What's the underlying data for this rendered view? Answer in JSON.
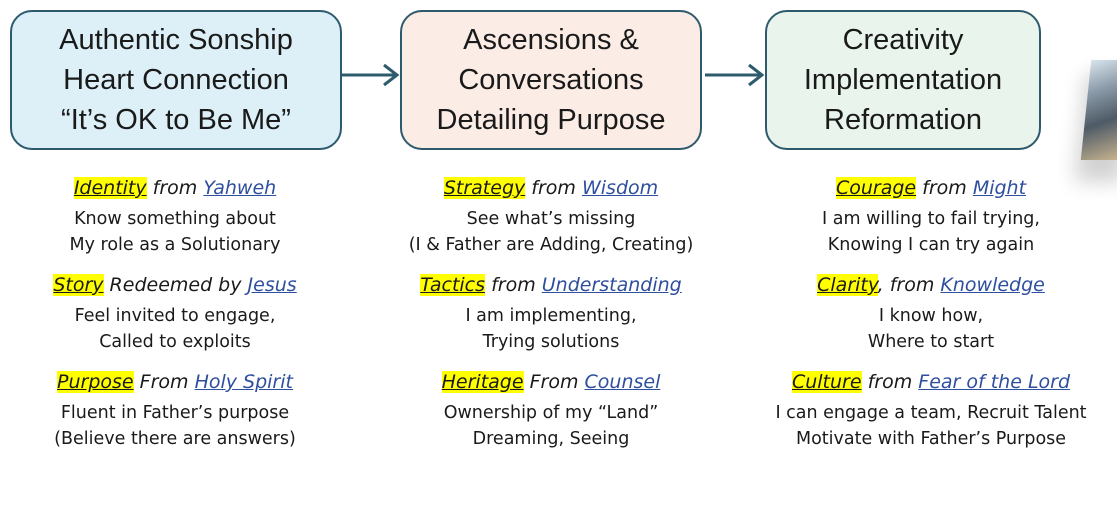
{
  "boxes": [
    {
      "lines": [
        "Authentic Sonship",
        "Heart Connection",
        "“It’s OK to Be Me”"
      ]
    },
    {
      "lines": [
        "Ascensions &",
        "Conversations",
        "Detailing Purpose"
      ]
    },
    {
      "lines": [
        "Creativity",
        "Implementation",
        "Reformation"
      ]
    }
  ],
  "columns": [
    {
      "items": [
        {
          "keyword": "Identity",
          "connector": " from ",
          "source": "Yahweh",
          "lines": [
            "Know something about",
            "My role as a Solutionary"
          ]
        },
        {
          "keyword": "Story",
          "connector": " Redeemed by ",
          "source": "Jesus",
          "lines": [
            "Feel invited to engage,",
            "Called to exploits"
          ]
        },
        {
          "keyword": "Purpose",
          "connector": " From ",
          "source": "Holy Spirit",
          "lines": [
            "Fluent in Father’s purpose",
            "(Believe there are answers)"
          ]
        }
      ]
    },
    {
      "items": [
        {
          "keyword": "Strategy",
          "connector": " from ",
          "source": "Wisdom",
          "lines": [
            "See what’s missing",
            "(I & Father are Adding, Creating)"
          ]
        },
        {
          "keyword": "Tactics",
          "connector": " from ",
          "source": "Understanding",
          "lines": [
            "I am implementing,",
            "Trying solutions"
          ]
        },
        {
          "keyword": "Heritage",
          "connector": " From ",
          "source": "Counsel",
          "lines": [
            "Ownership of my “Land”",
            "Dreaming, Seeing"
          ]
        }
      ]
    },
    {
      "items": [
        {
          "keyword": "Courage",
          "connector": " from ",
          "source": "Might",
          "lines": [
            "I am willing to fail trying,",
            "Knowing I can try again"
          ]
        },
        {
          "keyword": "Clarity",
          "connector": ", from ",
          "source": "Knowledge",
          "lines": [
            "I know how,",
            "Where to start"
          ]
        },
        {
          "keyword": "Culture",
          "connector": " from ",
          "source": "Fear of the Lord",
          "lines": [
            "I can engage a team, Recruit Talent",
            "Motivate with Father’s Purpose"
          ]
        }
      ]
    }
  ],
  "colors": {
    "box_border": "#2e5a6e",
    "box1_fill": "#ddf0f8",
    "box2_fill": "#fbece6",
    "box3_fill": "#e8f4ec",
    "highlight": "#ffff00",
    "link": "#2e4f9e",
    "arrow": "#2e5a6e"
  }
}
